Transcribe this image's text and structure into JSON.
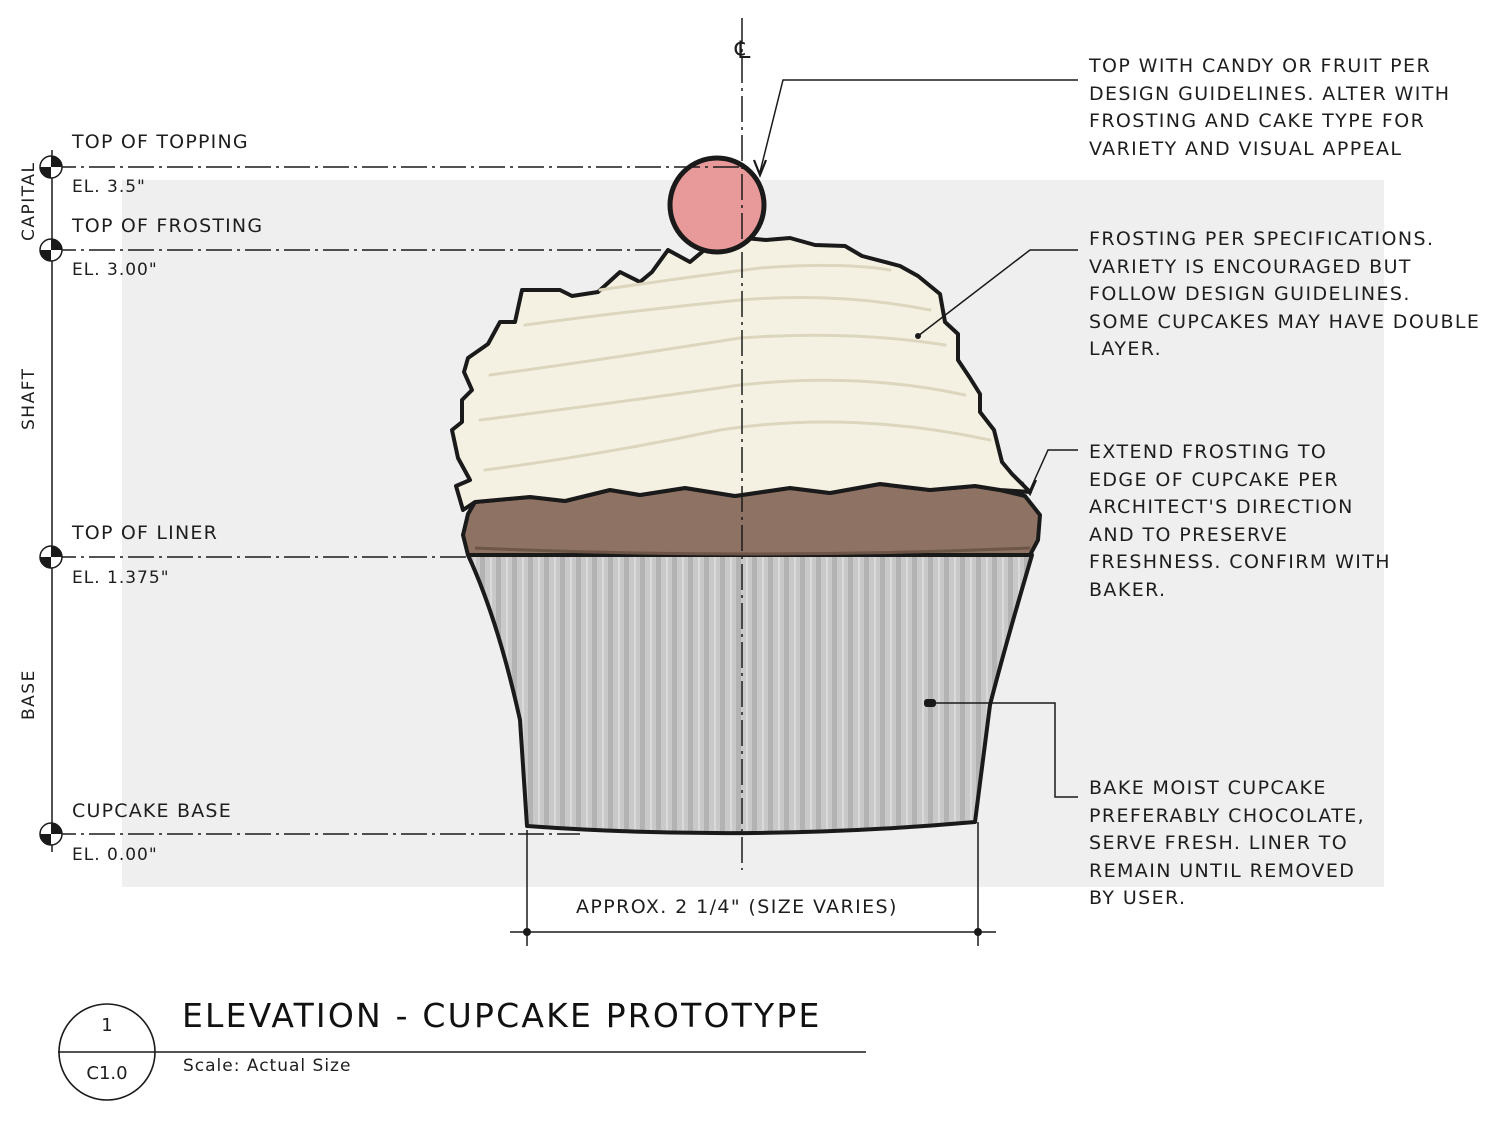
{
  "centerline_symbol": "℄",
  "levels": [
    {
      "name": "TOP OF TOPPING",
      "elevation": "EL. 3.5\""
    },
    {
      "name": "TOP OF FROSTING",
      "elevation": "EL. 3.00\""
    },
    {
      "name": "TOP OF LINER",
      "elevation": "EL. 1.375\""
    },
    {
      "name": "CUPCAKE BASE",
      "elevation": "EL. 0.00\""
    }
  ],
  "zones": {
    "capital": "CAPITAL",
    "shaft": "SHAFT",
    "base": "BASE"
  },
  "notes": {
    "topping": [
      "TOP WITH CANDY OR FRUIT PER",
      "DESIGN GUIDELINES. ALTER WITH",
      "FROSTING AND CAKE TYPE FOR",
      "VARIETY AND VISUAL APPEAL"
    ],
    "frosting": [
      "FROSTING PER SPECIFICATIONS.",
      "VARIETY IS ENCOURAGED BUT",
      "FOLLOW DESIGN GUIDELINES.",
      "SOME CUPCAKES MAY HAVE DOUBLE",
      "LAYER."
    ],
    "edge": [
      "EXTEND FROSTING TO",
      "EDGE OF CUPCAKE PER",
      "ARCHITECT'S DIRECTION",
      "AND TO PRESERVE",
      "FRESHNESS. CONFIRM WITH",
      "BAKER."
    ],
    "bake": [
      "BAKE MOIST CUPCAKE",
      "PREFERABLY CHOCOLATE,",
      "SERVE FRESH. LINER TO",
      "REMAIN UNTIL REMOVED",
      "BY USER."
    ]
  },
  "dimension": "APPROX.  2 1/4\"  (SIZE VARIES)",
  "title_block": {
    "detail_number": "1",
    "sheet_number": "C1.0",
    "title": "ELEVATION - CUPCAKE PROTOTYPE",
    "scale": "Scale: Actual Size"
  },
  "colors": {
    "cherry": "#e89a9a",
    "frosting": "#f6f3e6",
    "cake": "#8f7465",
    "liner": "#c7c7c7",
    "backdrop": "#f0f0f0",
    "ink": "#1a1a1a"
  }
}
